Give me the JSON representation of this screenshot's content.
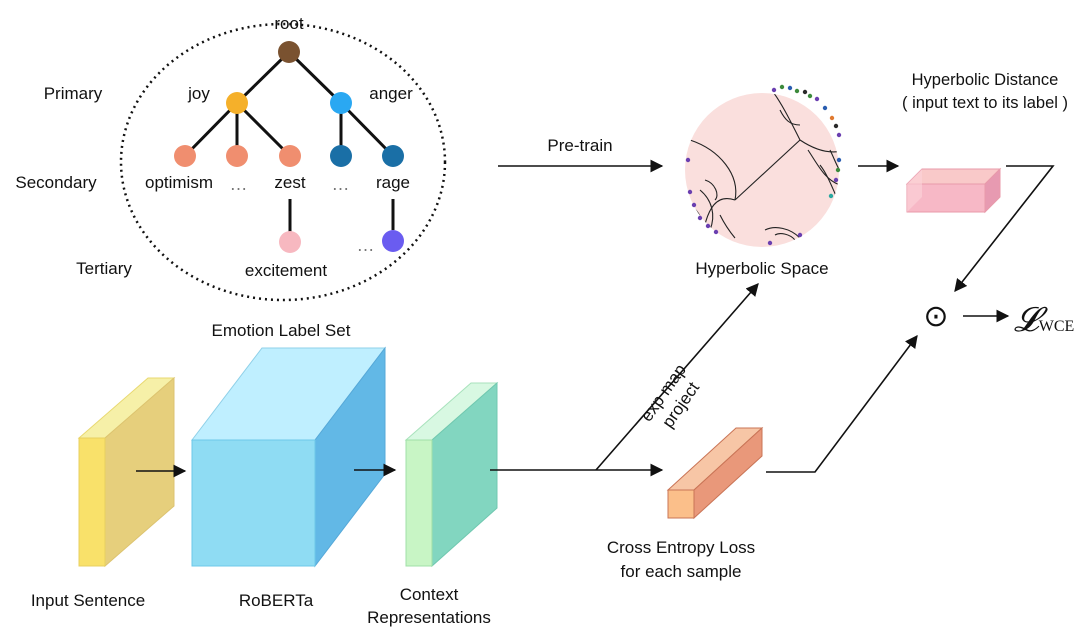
{
  "levels": {
    "primary": "Primary",
    "secondary": "Secondary",
    "tertiary": "Tertiary"
  },
  "tree": {
    "root": "root",
    "joy": "joy",
    "anger": "anger",
    "optimism": "optimism",
    "zest": "zest",
    "rage": "rage",
    "excitement": "excitement",
    "ellipsis": "…"
  },
  "label_set_caption": "Emotion Label Set",
  "pretrain_label": "Pre-train",
  "hyperbolic_space_label": "Hyperbolic Space",
  "hyperbolic_distance": {
    "line1": "Hyperbolic Distance",
    "line2": "( input text to its label )"
  },
  "exp_map": {
    "line1": "exp map",
    "line2": "project"
  },
  "inputs": {
    "input_sentence": "Input Sentence",
    "roberta": "RoBERTa",
    "context_line1": "Context",
    "context_line2": "Representations"
  },
  "cross_entropy": {
    "line1": "Cross Entropy Loss",
    "line2": "for each sample"
  },
  "odot_symbol": "⊙",
  "loss_symbol": "𝓛",
  "loss_subscript": "WCE",
  "colors": {
    "root": "#7a5230",
    "joy": "#f5b02a",
    "anger": "#2aa8f2",
    "joy_children": "#f08e6f",
    "anger_children": "#1a6fa6",
    "excitement": "#f7b8c0",
    "tertiary_violet": "#6a5cf0",
    "input_block": "#e6cf7c",
    "roberta_block": "#8fdcf3",
    "context_block": "#a7e8cc",
    "hyperbolic_bg": "#fadfdd",
    "distance_bar": "#f4b3bf",
    "entropy_bar": "#e9987a"
  }
}
